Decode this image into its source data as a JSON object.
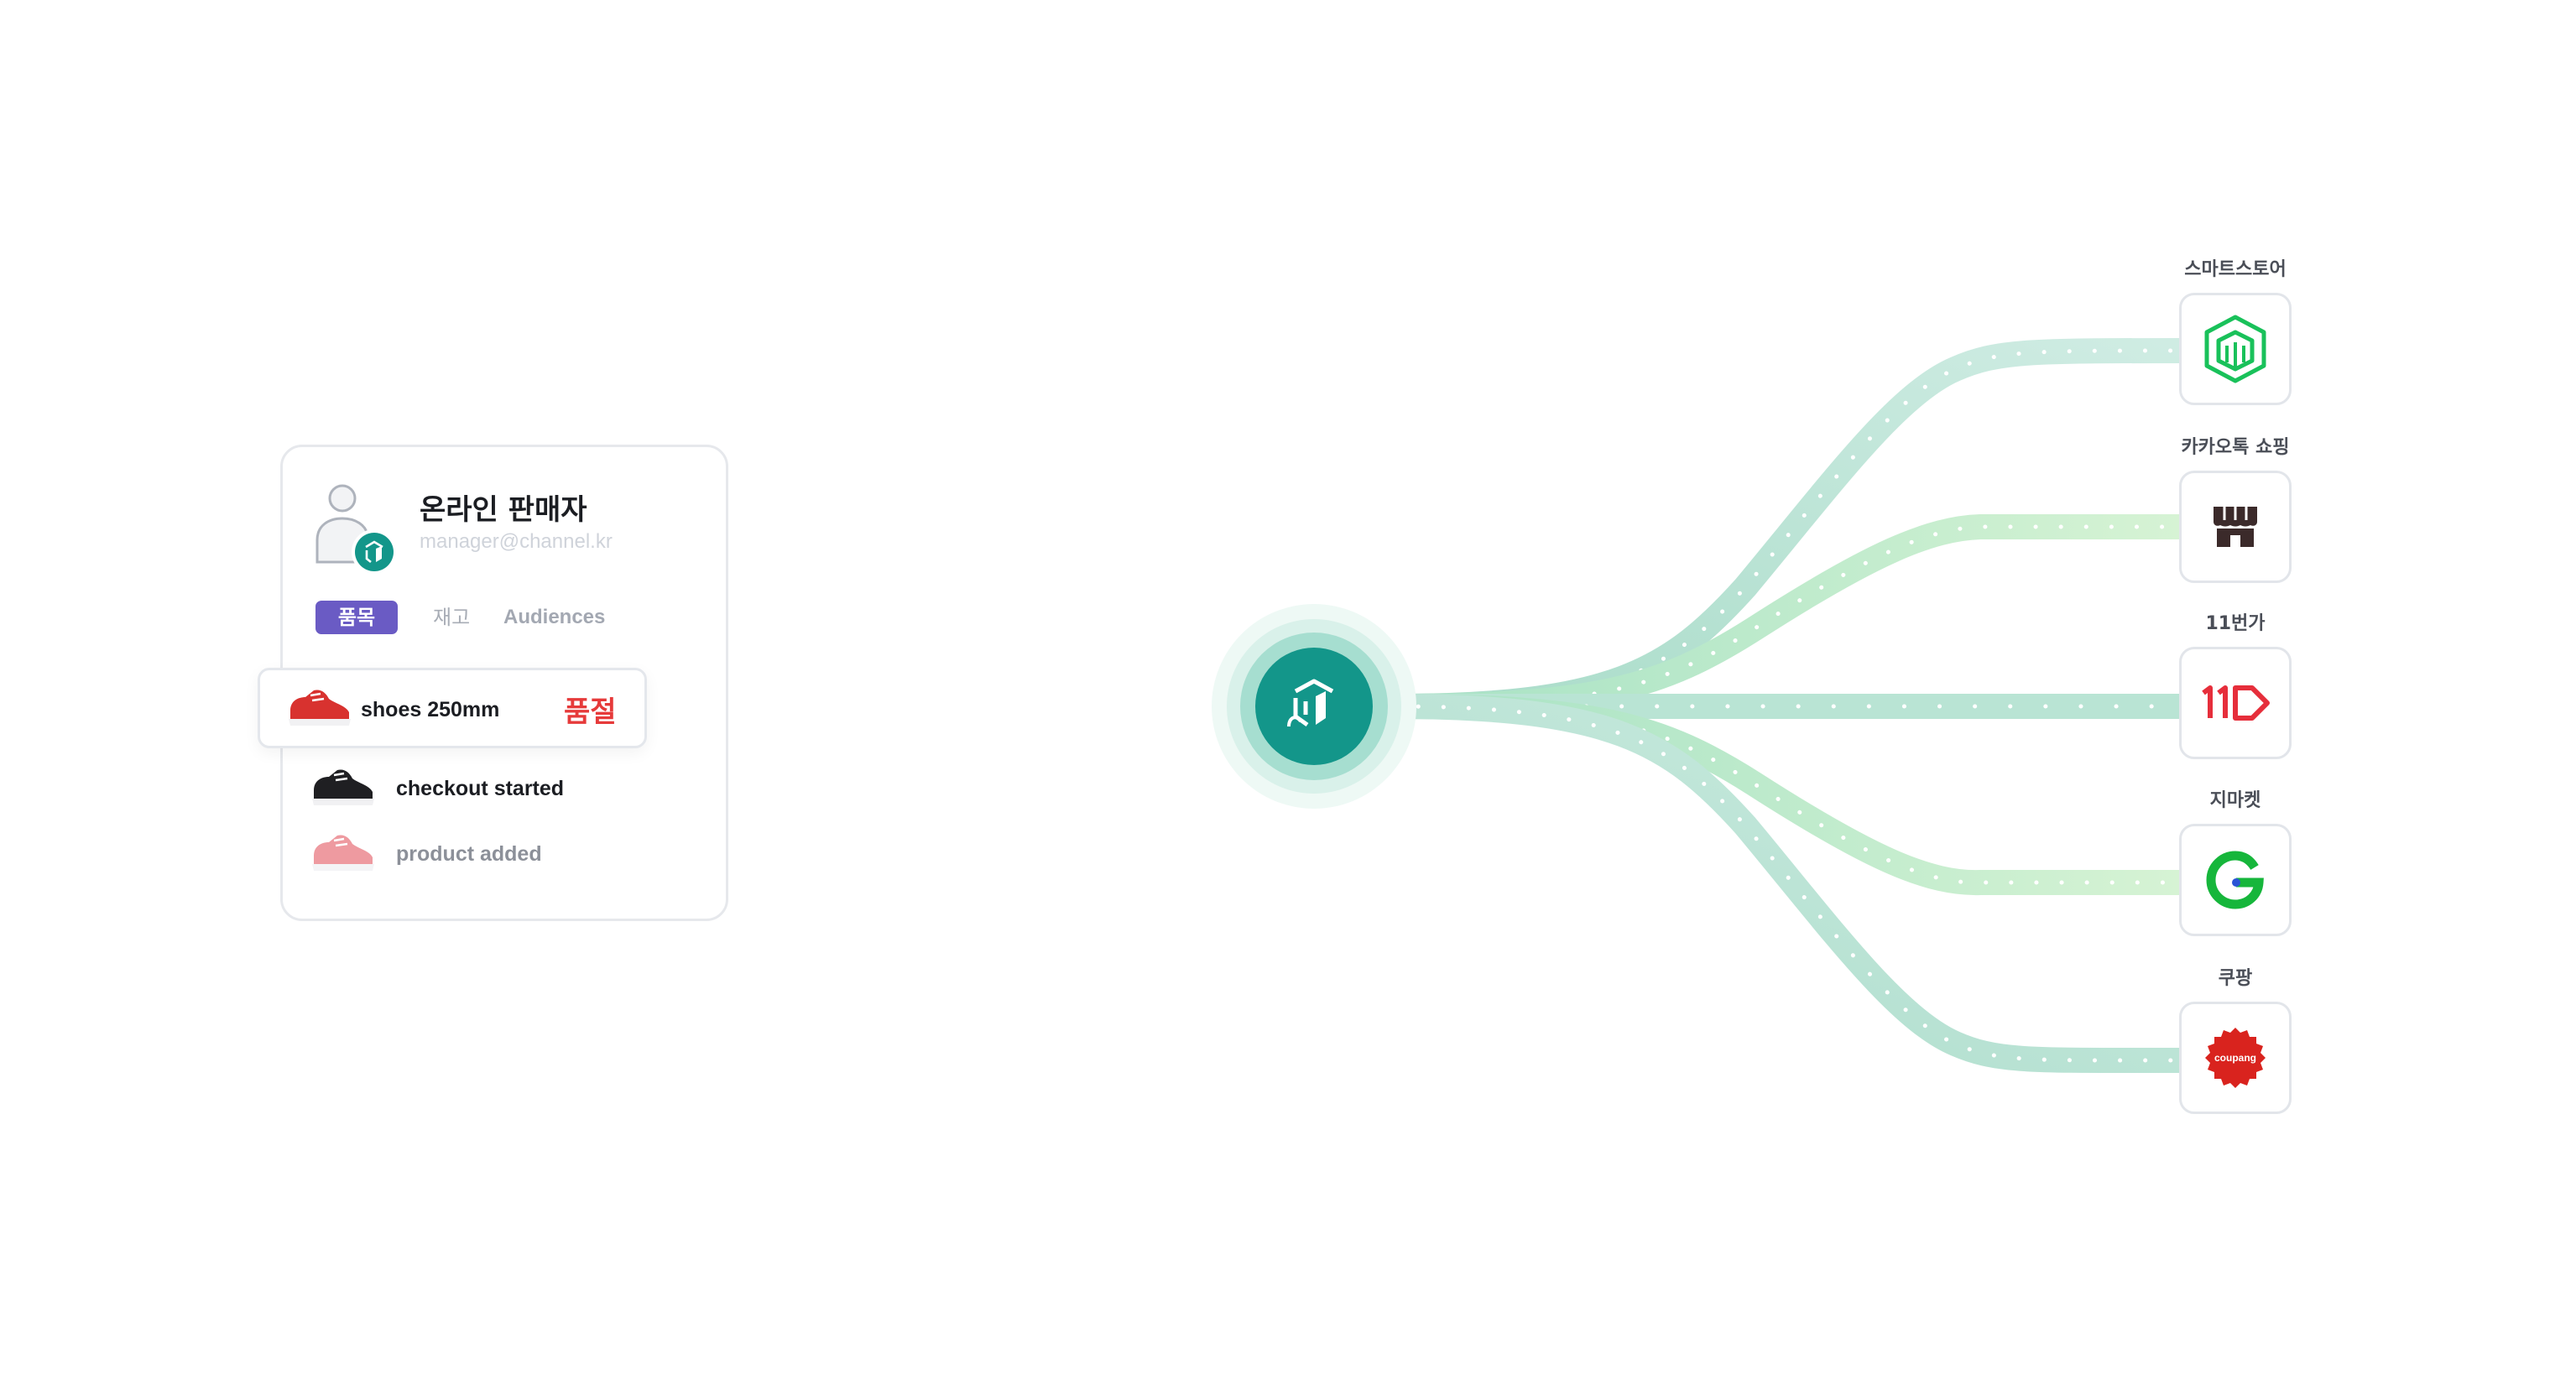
{
  "seller": {
    "name": "온라인 판매자",
    "email": "manager@channel.kr"
  },
  "tabs": [
    {
      "label": "품목",
      "active": true
    },
    {
      "label": "재고",
      "active": false
    },
    {
      "label": "Audiences",
      "active": false
    }
  ],
  "events": [
    {
      "label": "shoes 250mm",
      "status": "품절",
      "shoe_color": "#d8322f",
      "label_color": "#1b1d22",
      "highlighted": true
    },
    {
      "label": "checkout started",
      "shoe_color": "#1f1f22",
      "label_color": "#1b1d22",
      "highlighted": false
    },
    {
      "label": "product added",
      "shoe_color": "#ee9aa0",
      "label_color": "#8c9099",
      "highlighted": false
    }
  ],
  "hub": {
    "icon": "channel-hub-logo-icon",
    "color": "#13968a"
  },
  "marketplaces": [
    {
      "label": "스마트스토어",
      "icon": "smartstore-icon",
      "brand_color": "#19c15a"
    },
    {
      "label": "카카오톡 쇼핑",
      "icon": "kakao-shopping-icon",
      "brand_color": "#3b2a2a"
    },
    {
      "label": "11번가",
      "icon": "11st-icon",
      "brand_color": "#e62e3b"
    },
    {
      "label": "지마켓",
      "icon": "gmarket-icon",
      "brand_color": "#16b63b"
    },
    {
      "label": "쿠팡",
      "icon": "coupang-icon",
      "brand_color": "#d9231e",
      "logo_text": "coupang"
    }
  ],
  "colors": {
    "flow_line": "#bfe6d6",
    "flow_dots": "#ffffff",
    "hub_glow": "#d9f1ea"
  }
}
